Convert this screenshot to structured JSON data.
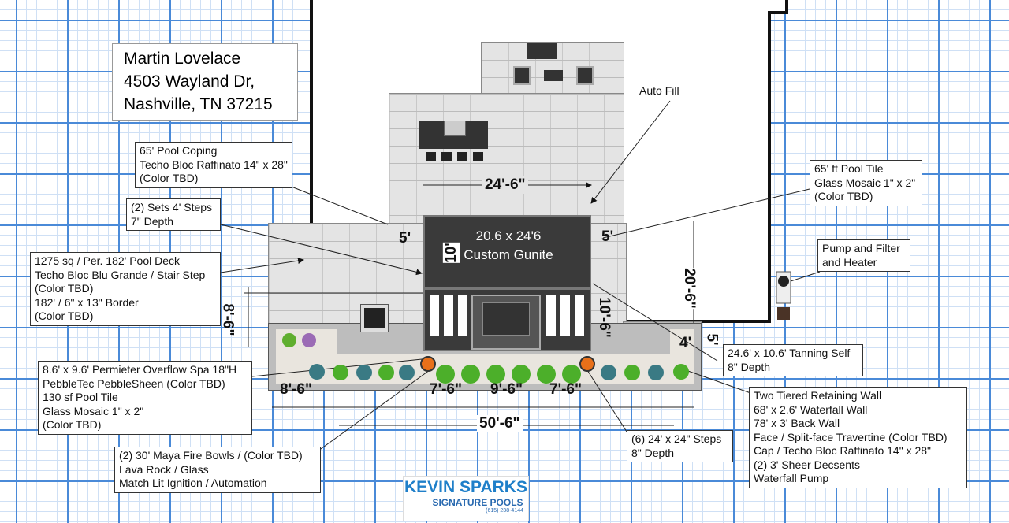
{
  "client": {
    "name": "Martin Lovelace",
    "street": "4503 Wayland Dr,",
    "city": "Nashville, TN 37215"
  },
  "callouts": {
    "coping": [
      "65' Pool Coping",
      "Techo Bloc Raffinato 14\" x 28\"",
      "(Color TBD)"
    ],
    "steps": [
      "(2) Sets 4' Steps",
      "7\" Depth"
    ],
    "deck": [
      "1275 sq / Per. 182' Pool Deck",
      "Techo Bloc Blu Grande / Stair Step",
      "(Color TBD)",
      "182' / 6\" x 13\" Border",
      "(Color TBD)"
    ],
    "spa": [
      "8.6' x 9.6' Permieter Overflow Spa 18\"H",
      "PebbleTec PebbleSheen (Color TBD)",
      "130 sf Pool Tile",
      "Glass Mosaic 1\" x 2\"",
      "(Color TBD)"
    ],
    "firebowls": [
      "(2) 30' Maya Fire Bowls / (Color TBD)",
      "Lava Rock / Glass",
      "Match Lit Ignition / Automation"
    ],
    "autofill": [
      "Auto Fill"
    ],
    "pooltile": [
      "65' ft Pool Tile",
      "Glass Mosaic 1\" x 2\"",
      "(Color TBD)"
    ],
    "pump": [
      "Pump and Filter",
      "and Heater"
    ],
    "tanning": [
      "24.6' x 10.6' Tanning Self",
      "8\" Depth"
    ],
    "wall": [
      "Two Tiered Retaining Wall",
      "68' x 2.6'  Waterfall Wall",
      "78' x 3'  Back Wall",
      "Face / Split-face Travertine (Color TBD)",
      "Cap / Techo Bloc Raffinato 14\" x 28\"",
      "(2) 3' Sheer Decsents",
      "Waterfall Pump"
    ],
    "bottomsteps": [
      "(6) 24' x 24\" Steps",
      "8\" Depth"
    ]
  },
  "pool": {
    "line1": "20.6 x 24'6",
    "line2": "Custom Gunite"
  },
  "dimensions": {
    "pool_width": "24'-6\"",
    "pool_depth": "10'",
    "left_gap": "5'",
    "right_gap": "5'",
    "right_total": "20'-6\"",
    "spa_depth": "10'-6\"",
    "side_4": "4'",
    "side_5": "5'",
    "left_side": "8'-6\"",
    "left_span": "8'-6\"",
    "seg1": "7'-6\"",
    "seg2": "9'-6\"",
    "seg3": "7'-6\"",
    "total": "50'-6\""
  },
  "logo": {
    "line1": "KEVIN SPARKS",
    "line2": "SIGNATURE POOLS",
    "phone": "(615) 238-4144"
  },
  "colors": {
    "grid": "#4a8ad8",
    "pool": "#3a3a3a",
    "deck": "#e4e4e4",
    "plant": "#4caf2a",
    "fire": "#e8701a"
  }
}
